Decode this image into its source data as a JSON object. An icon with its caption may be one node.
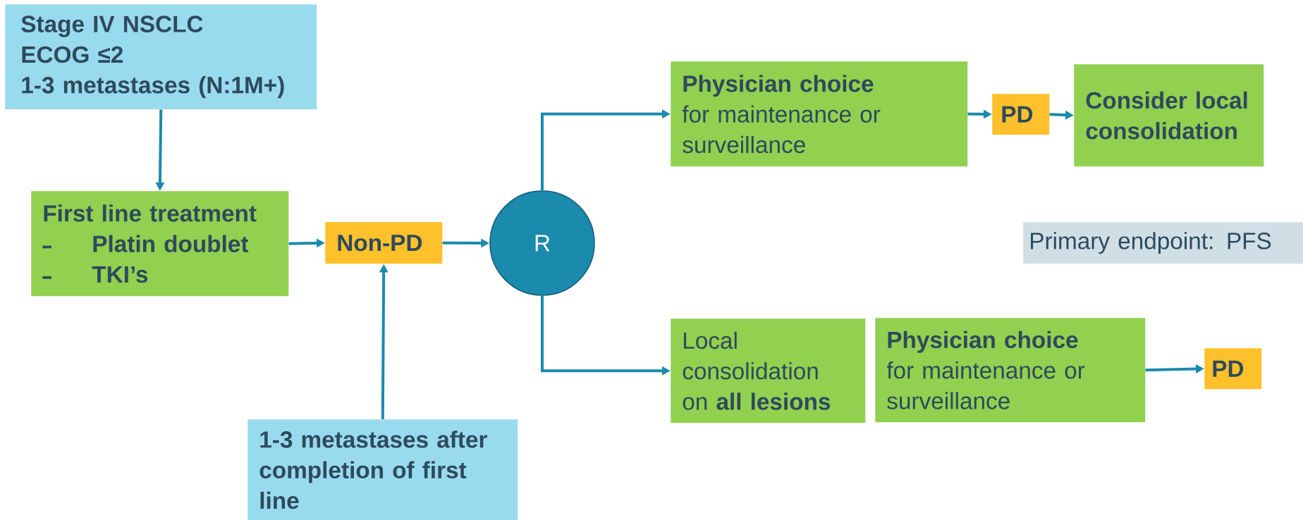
{
  "diagram": {
    "nodes": [
      {
        "text": [
          "Stage IV NSCLC",
          "ECOG ≤2",
          "1-3 metastases (N:1M+)"
        ]
      },
      {
        "text": [
          "First line treatment",
          "Platin doublet",
          "TKI’s"
        ]
      },
      {
        "text": [
          "Non-PD"
        ]
      },
      {
        "text": [
          "R"
        ]
      },
      {
        "text": [
          "1-3 metastases after completion of first line"
        ]
      },
      {
        "text": [
          "**Physician choice** for maintenance or surveillance"
        ]
      },
      {
        "text": [
          "PD"
        ]
      },
      {
        "text": [
          "Consider local consolidation"
        ]
      },
      {
        "text": [
          "Primary endpoint: PFS"
        ]
      },
      {
        "text": [
          "Local consolidation on **all lesions**"
        ]
      },
      {
        "text": [
          "**Physician choice** for maintenance or surveillance"
        ]
      },
      {
        "text": [
          "PD"
        ]
      }
    ],
    "edges": [
      {
        "from": 0,
        "to": 1,
        "arrow": "to"
      },
      {
        "from": 1,
        "to": 2,
        "arrow": "to"
      },
      {
        "from": 4,
        "to": 2,
        "arrow": "to"
      },
      {
        "from": 2,
        "to": 3,
        "arrow": "to"
      },
      {
        "from": 3,
        "to": 5,
        "arrow": "to"
      },
      {
        "from": 3,
        "to": 9,
        "arrow": "to"
      },
      {
        "from": 5,
        "to": 6,
        "arrow": "to"
      },
      {
        "from": 6,
        "to": 7,
        "arrow": "to"
      },
      {
        "from": 10,
        "to": 11,
        "arrow": "to"
      }
    ]
  }
}
